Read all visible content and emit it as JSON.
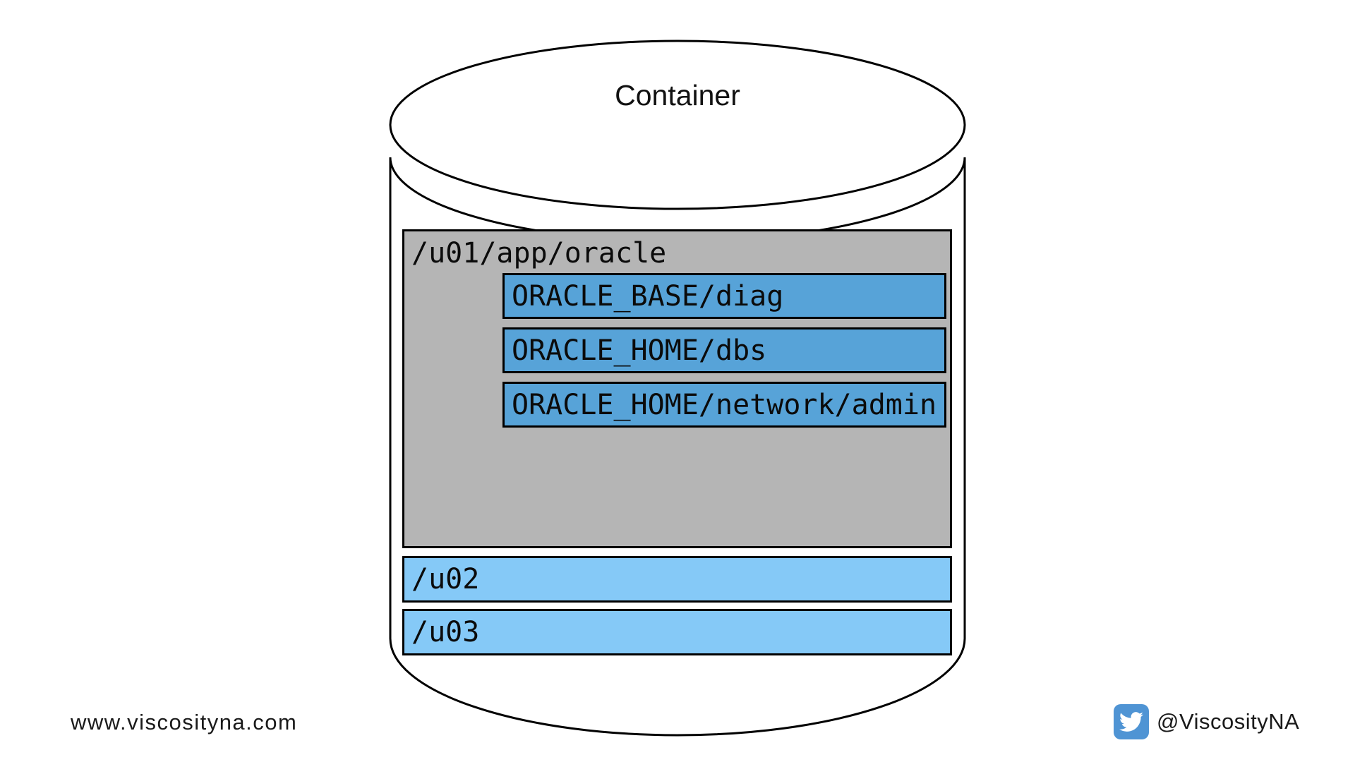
{
  "diagram": {
    "container_label": "Container",
    "u01": {
      "label": "/u01/app/oracle",
      "children": [
        {
          "label": "ORACLE_BASE/diag"
        },
        {
          "label": "ORACLE_HOME/dbs"
        },
        {
          "label": "ORACLE_HOME/network/admin"
        }
      ]
    },
    "volumes": [
      {
        "label": "/u02"
      },
      {
        "label": "/u03"
      }
    ]
  },
  "footer": {
    "website": "www.viscosityna.com",
    "twitter_handle": "@ViscosityNA",
    "twitter_icon": "twitter-bird-icon"
  },
  "colors": {
    "background": "#ffffff",
    "outline": "#000000",
    "u01_box_fill": "#b5b5b5",
    "subdirectory_fill": "#57a3d8",
    "volume_fill": "#85c9f7",
    "twitter_icon_blue": "#4f94d4"
  }
}
